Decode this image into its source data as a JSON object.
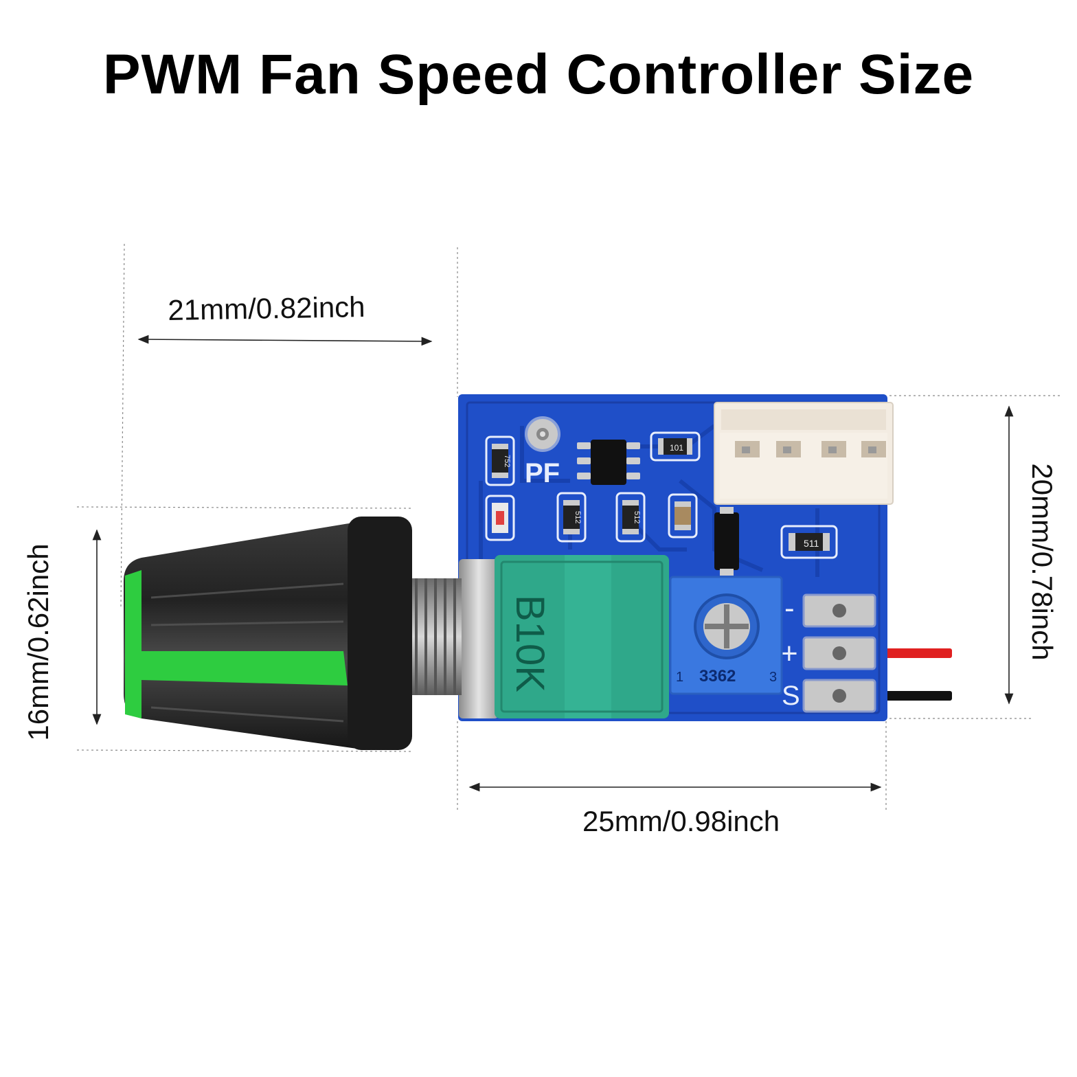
{
  "title": "PWM Fan Speed Controller Size",
  "dimensions": {
    "top_width": "21mm/0.82inch",
    "bottom_width": "25mm/0.98inch",
    "left_height": "16mm/0.62inch",
    "right_height": "20mm/0.78inch"
  },
  "pcb": {
    "pf_label": "PF",
    "pot_label": "B10K",
    "trimmer_label": "3362",
    "trimmer_pin1": "1",
    "trimmer_pin3": "3",
    "pin_minus": "-",
    "pin_plus": "+",
    "pin_signal": "S",
    "resistor_752": "752",
    "resistor_101": "101",
    "resistor_512a": "512",
    "resistor_512b": "512",
    "resistor_511": "511"
  },
  "colors": {
    "pcb_blue": "#1f4fc8",
    "pot_green": "#2fa88a",
    "knob_black": "#1a1a1a",
    "knob_green": "#2ecc40",
    "connector_white": "#f3ece2",
    "wire_red": "#e02020",
    "wire_black": "#111111",
    "trimmer_blue": "#3a78e0"
  }
}
